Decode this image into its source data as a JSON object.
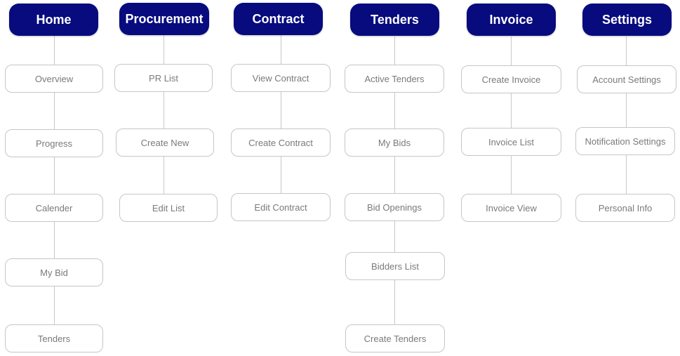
{
  "sitemap": {
    "columns": [
      {
        "header": "Home",
        "items": [
          "Overview",
          "Progress",
          "Calender",
          "My Bid",
          "Tenders"
        ]
      },
      {
        "header": "Procurement",
        "items": [
          "PR List",
          "Create New",
          "Edit List"
        ]
      },
      {
        "header": "Contract",
        "items": [
          "View Contract",
          "Create Contract",
          "Edit Contract"
        ]
      },
      {
        "header": "Tenders",
        "items": [
          "Active Tenders",
          "My Bids",
          "Bid Openings",
          "Bidders List",
          "Create Tenders"
        ]
      },
      {
        "header": "Invoice",
        "items": [
          "Create Invoice",
          "Invoice List",
          "Invoice View"
        ]
      },
      {
        "header": "Settings",
        "items": [
          "Account Settings",
          "Notification Settings",
          "Personal Info"
        ]
      }
    ]
  },
  "colors": {
    "header_bg": "#070b7e",
    "header_text": "#ffffff",
    "node_border": "#c6c6c6",
    "node_text": "#7a7a7a",
    "connector": "#c7c7c7"
  }
}
